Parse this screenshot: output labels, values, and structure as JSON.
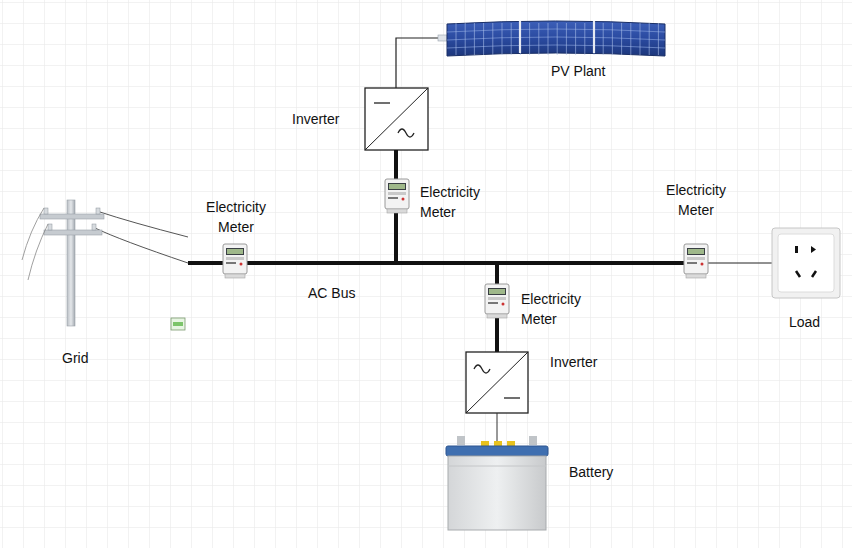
{
  "diagram": {
    "labels": [
      "PV Plant",
      "Inverter",
      "Electricity Meter",
      "Electricity Meter",
      "Electricity Meter",
      "AC Bus",
      "Electricity Meter",
      "Inverter",
      "Grid",
      "Load",
      "Battery"
    ]
  }
}
